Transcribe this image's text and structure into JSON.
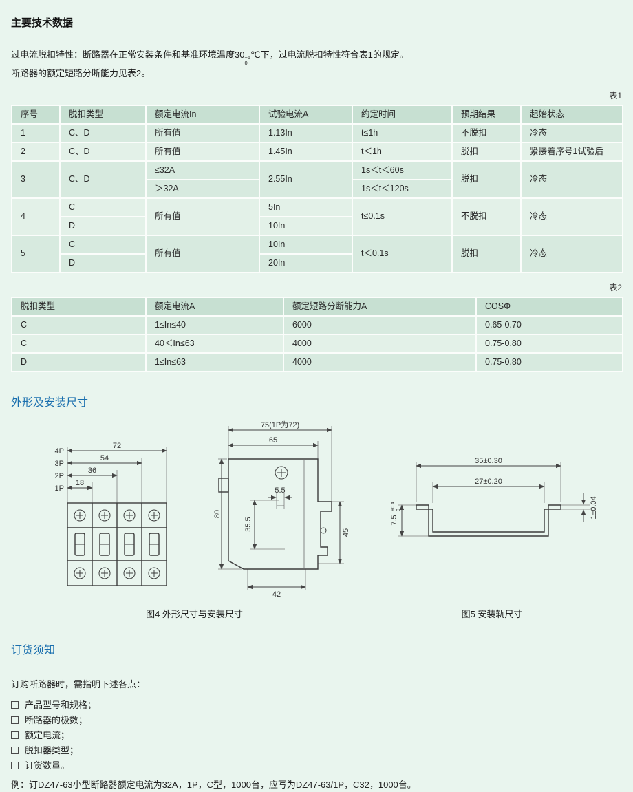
{
  "page": {
    "title": "主要技术数据",
    "intro": {
      "line1_pre": "过电流脱扣特性：断路器在正常安装条件和基准环境温度30",
      "temp_sup": "+5",
      "temp_sub": "0",
      "line1_post": "℃下，过电流脱扣特性符合表1的规定。",
      "line2": "断路器的额定短路分断能力见表2。"
    }
  },
  "table1": {
    "label": "表1",
    "headers": [
      "序号",
      "脱扣类型",
      "额定电流In",
      "试验电流A",
      "约定时间",
      "预期结果",
      "起始状态"
    ],
    "r1": {
      "seq": "1",
      "type": "C、D",
      "current": "所有值",
      "test": "1.13In",
      "time": "t≤1h",
      "result": "不脱扣",
      "state": "冷态"
    },
    "r2": {
      "seq": "2",
      "type": "C、D",
      "current": "所有值",
      "test": "1.45In",
      "time": "t＜1h",
      "result": "脱扣",
      "state": "紧接着序号1试验后"
    },
    "r3": {
      "seq": "3",
      "type": "C、D",
      "current_a": "≤32A",
      "current_b": "＞32A",
      "test": "2.55In",
      "time_a": "1s＜t＜60s",
      "time_b": "1s＜t＜120s",
      "result": "脱扣",
      "state": "冷态"
    },
    "r4": {
      "seq": "4",
      "type_a": "C",
      "type_b": "D",
      "current": "所有值",
      "test_a": "5In",
      "test_b": "10In",
      "time": "t≤0.1s",
      "result": "不脱扣",
      "state": "冷态"
    },
    "r5": {
      "seq": "5",
      "type_a": "C",
      "type_b": "D",
      "current": "所有值",
      "test_a": "10In",
      "test_b": "20In",
      "time": "t＜0.1s",
      "result": "脱扣",
      "state": "冷态"
    }
  },
  "table2": {
    "label": "表2",
    "headers": [
      "脱扣类型",
      "额定电流A",
      "额定短路分断能力A",
      "COSΦ"
    ],
    "rows": [
      {
        "type": "C",
        "current": "1≤In≤40",
        "capacity": "6000",
        "cos": "0.65-0.70"
      },
      {
        "type": "C",
        "current": "40＜In≤63",
        "capacity": "4000",
        "cos": "0.75-0.80"
      },
      {
        "type": "D",
        "current": "1≤In≤63",
        "capacity": "4000",
        "cos": "0.75-0.80"
      }
    ]
  },
  "dimensions": {
    "section_title": "外形及安装尺寸",
    "fig4": {
      "caption": "图4 外形尺寸与安装尺寸",
      "pole_labels": [
        "4P",
        "3P",
        "2P",
        "1P"
      ],
      "pole_widths": [
        "72",
        "54",
        "36",
        "18"
      ],
      "side": {
        "width_total": "75(1P为72)",
        "width_body": "65",
        "clip_offset": "5.5",
        "rail_drop": "35.5",
        "height": "80",
        "rail_height": "45",
        "base_width": "42"
      }
    },
    "fig5": {
      "caption": "图5 安装轨尺寸",
      "outer_width": "35±0.30",
      "inner_width": "27±0.20",
      "thickness": "1±0.04",
      "depth": "7.5",
      "depth_sup": "+0.4",
      "depth_sub": "0"
    }
  },
  "ordering": {
    "section_title": "订货须知",
    "intro": "订购断路器时，需指明下述各点：",
    "items": [
      "产品型号和规格；",
      "断路器的极数；",
      "额定电流；",
      "脱扣器类型；",
      "订货数量。"
    ],
    "example": "例：订DZ47-63小型断路器额定电流为32A，1P，C型，1000台，应写为DZ47-63/1P，C32，1000台。"
  }
}
